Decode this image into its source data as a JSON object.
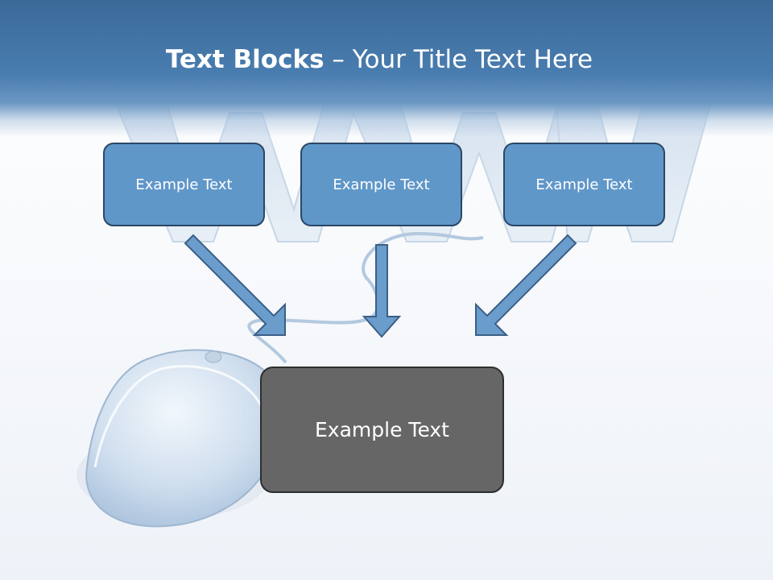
{
  "title": {
    "bold_text": "Text Blocks",
    "separator": " – ",
    "regular_text": "Your Title Text Here"
  },
  "boxes": [
    {
      "label": "Example Text"
    },
    {
      "label": "Example Text"
    },
    {
      "label": "Example Text"
    }
  ],
  "main_box": {
    "label": "Example Text"
  },
  "colors": {
    "header": "#4a7db0",
    "box_fill": "#6097c9",
    "box_border": "#2b4766",
    "main_fill": "#666666",
    "arrow_fill": "#6a9ccc"
  }
}
